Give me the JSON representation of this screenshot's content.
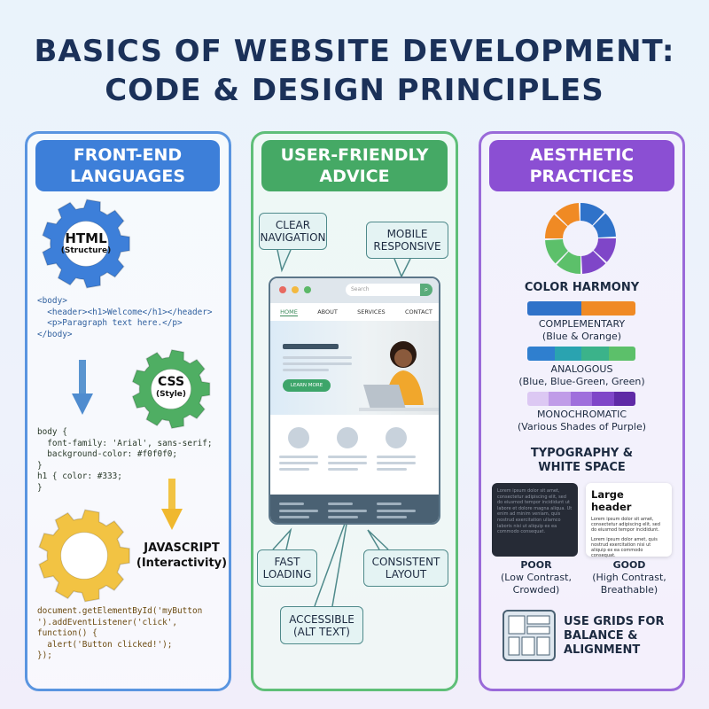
{
  "title": {
    "line1": "BASICS OF WEBSITE DEVELOPMENT:",
    "line2": "CODE & DESIGN PRINCIPLES"
  },
  "colors": {
    "blue": "#3d7fd9",
    "green": "#45a965",
    "purple": "#8b4fd3",
    "yellow": "#f2c343",
    "navy": "#1b3159"
  },
  "frontend": {
    "header": [
      "FRONT-END",
      "LANGUAGES"
    ],
    "html": {
      "name": "HTML",
      "role": "(Structure)",
      "code": [
        "<body>",
        "  <header><h1>Welcome</h1></header>",
        "  <p>Paragraph text here.</p>",
        "</body>"
      ]
    },
    "css": {
      "name": "CSS",
      "role": "(Style)",
      "code": [
        "body {",
        "  font-family: 'Arial', sans-serif;",
        "  background-color: #f0f0f0;",
        "}",
        "h1 { color: #333;",
        "}"
      ]
    },
    "js": {
      "name": "JAVASCRIPT",
      "role": "(Interactivity)",
      "code": [
        "document.getElementById('myButton",
        "').addEventListener('click',",
        "function() {",
        "  alert('Button clicked!');",
        "});"
      ]
    }
  },
  "advice": {
    "header": [
      "USER-FRIENDLY",
      "ADVICE"
    ],
    "callouts": {
      "nav": [
        "CLEAR",
        "NAVIGATION"
      ],
      "mobile": [
        "MOBILE",
        "RESPONSIVE"
      ],
      "fast": [
        "FAST",
        "LOADING"
      ],
      "layout": [
        "CONSISTENT",
        "LAYOUT"
      ],
      "access": [
        "ACCESSIBLE",
        "(ALT TEXT)"
      ]
    },
    "mockup": {
      "search_placeholder": "Search",
      "nav": [
        "HOME",
        "ABOUT",
        "SERVICES",
        "CONTACT"
      ],
      "cta": "LEARN MORE"
    }
  },
  "aesthetic": {
    "header": [
      "AESTHETIC",
      "PRACTICES"
    ],
    "color_harmony": "COLOR HARMONY",
    "schemes": [
      {
        "name": "COMPLEMENTARY",
        "desc": "(Blue & Orange)",
        "colors": [
          "#2f72c9",
          "#2f72c9",
          "#f08a24",
          "#f08a24"
        ]
      },
      {
        "name": "ANALOGOUS",
        "desc": "(Blue, Blue-Green, Green)",
        "colors": [
          "#2f7fcf",
          "#2aa3b0",
          "#3bb38a",
          "#5cc06a"
        ]
      },
      {
        "name": "MONOCHROMATIC",
        "desc": "(Various Shades of Purple)",
        "colors": [
          "#dcc8f3",
          "#c09ce8",
          "#9f6fdc",
          "#7f46c8",
          "#5f2aa6"
        ]
      }
    ],
    "wheel_colors": [
      "#2f72c9",
      "#7f46c8",
      "#5cc06a",
      "#f08a24"
    ],
    "typography": [
      "TYPOGRAPHY &",
      "WHITE SPACE"
    ],
    "poor": {
      "text": "Lorem ipsum dolor sit amet, consectetur adipiscing elit, sed do eiusmod tempor incididunt ut labore et dolore magna aliqua. Ut enim ad minim veniam, quis nostrud exercitation ullamco laboris nisi ut aliquip ex ea commodo consequat.",
      "label": [
        "POOR",
        "(Low Contrast,",
        "Crowded)"
      ]
    },
    "good": {
      "header": "Large header",
      "p1": "Lorem ipsum dolor sit amet, consectetur adipiscing elit, sed do eiusmod tempor incididunt.",
      "p2": "Lorem ipsum dolor amet, quis nostrud exercitation nisi ut aliquip ex ea commodo consequat.",
      "label": [
        "GOOD",
        "(High Contrast,",
        "Breathable)"
      ]
    },
    "grids": [
      "USE GRIDS FOR",
      "BALANCE &",
      "ALIGNMENT"
    ]
  }
}
